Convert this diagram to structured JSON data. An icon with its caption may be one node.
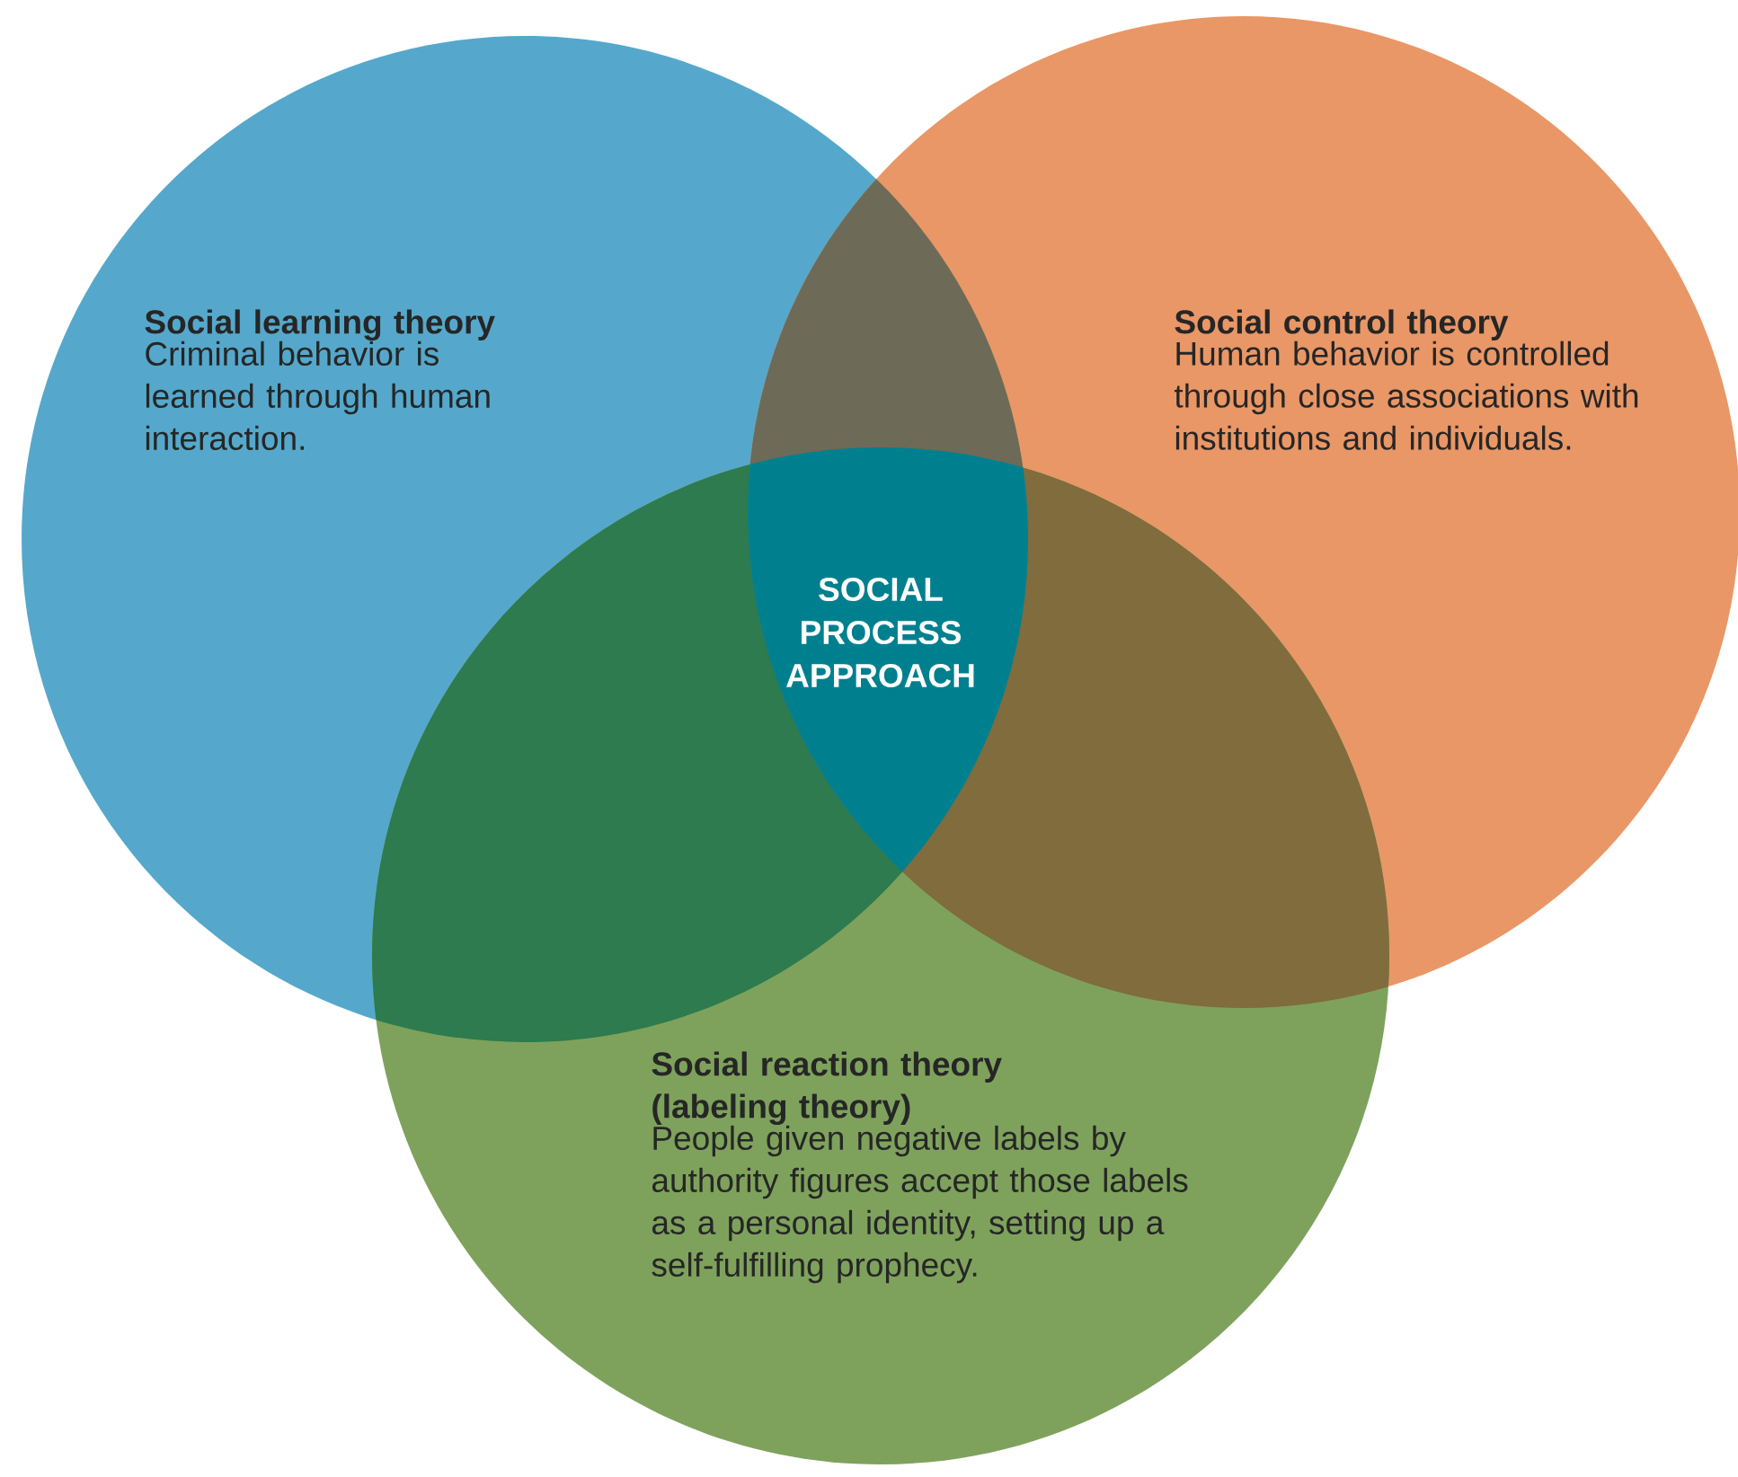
{
  "diagram": {
    "nodes": [
      {
        "text": [
          "Social learning theory",
          "Criminal behavior is learned through human interaction."
        ]
      },
      {
        "text": [
          "Social control theory",
          "Human behavior is controlled through close associations with institutions and individuals."
        ]
      },
      {
        "text": [
          "Social reaction theory (labeling theory)",
          "People given negative labels by authority figures accept those labels as a personal identity, setting up a self-fulfilling prophecy."
        ]
      },
      {
        "text": [
          "SOCIAL PROCESS APPROACH"
        ]
      }
    ]
  }
}
